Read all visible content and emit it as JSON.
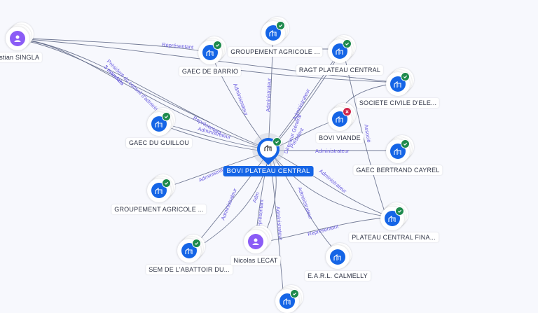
{
  "central_node": {
    "label": "BOVI PLATEAU CENTRAL",
    "icon": "building-icon",
    "status": "active",
    "color": "#1565e6"
  },
  "nodes": [
    {
      "id": "christian",
      "label": "ristian SINGLA",
      "type": "person",
      "status": "none"
    },
    {
      "id": "gaec_barrio",
      "label": "GAEC DE BARRIO",
      "type": "company",
      "status": "active"
    },
    {
      "id": "groupement1",
      "label": "GROUPEMENT AGRICOLE ...",
      "type": "company",
      "status": "active"
    },
    {
      "id": "ragt",
      "label": "RAGT PLATEAU CENTRAL",
      "type": "company",
      "status": "active"
    },
    {
      "id": "societe_civile",
      "label": "SOCIETE CIVILE D'ELE...",
      "type": "company",
      "status": "active"
    },
    {
      "id": "bovi_viande",
      "label": "BOVI VIANDE",
      "type": "company",
      "status": "closed"
    },
    {
      "id": "gaec_guillou",
      "label": "GAEC DU GUILLOU",
      "type": "company",
      "status": "active"
    },
    {
      "id": "gaec_bertrand",
      "label": "GAEC BERTRAND CAYREL",
      "type": "company",
      "status": "active"
    },
    {
      "id": "groupement2",
      "label": "GROUPEMENT AGRICOLE ...",
      "type": "company",
      "status": "active"
    },
    {
      "id": "plateau_fina",
      "label": "PLATEAU CENTRAL FINA...",
      "type": "company",
      "status": "active"
    },
    {
      "id": "sem_abattoir",
      "label": "SEM DE L'ABATTOIR DU...",
      "type": "company",
      "status": "active"
    },
    {
      "id": "nicolas",
      "label": "Nicolas LECAT",
      "type": "person",
      "status": "none"
    },
    {
      "id": "earl_calmelly",
      "label": "E.A.R.L. CALMELLY",
      "type": "company",
      "status": "none"
    },
    {
      "id": "bottom_company",
      "label": "",
      "type": "company",
      "status": "active"
    }
  ],
  "edge_labels": {
    "representant": "Représentant",
    "administrateur": "Administrateur",
    "president_ca": "Président du conseil d'administration",
    "mandats": "3 mandats",
    "associe": "Associé",
    "directeur": "Directeur Général",
    "president": "Président",
    "adm_short": "Adm"
  },
  "colors": {
    "company": "#1565e6",
    "person": "#8b5cf6",
    "active_badge": "#1e8a4c",
    "closed_badge": "#d0264a",
    "edge_label": "#6a5ce0"
  }
}
